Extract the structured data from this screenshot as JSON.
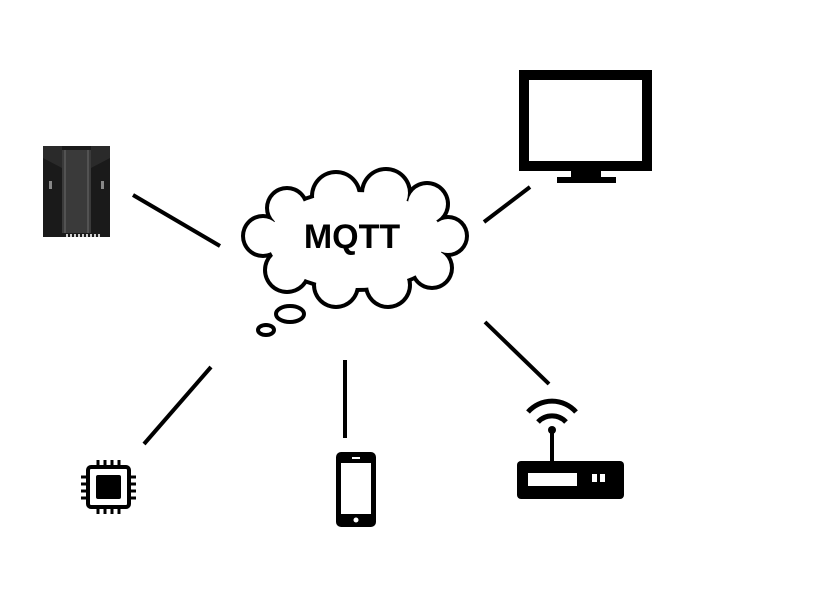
{
  "diagram": {
    "hub": {
      "label": "MQTT",
      "icon": "cloud-icon"
    },
    "devices": [
      {
        "id": "enclosure",
        "icon": "din-rail-enclosure-icon"
      },
      {
        "id": "monitor",
        "icon": "monitor-icon"
      },
      {
        "id": "microcontroller",
        "icon": "microchip-icon"
      },
      {
        "id": "smartphone",
        "icon": "smartphone-icon"
      },
      {
        "id": "router",
        "icon": "wifi-router-icon"
      }
    ],
    "colors": {
      "stroke": "#000000",
      "background": "#ffffff",
      "enclosure_body": "#1a1a1a"
    }
  }
}
